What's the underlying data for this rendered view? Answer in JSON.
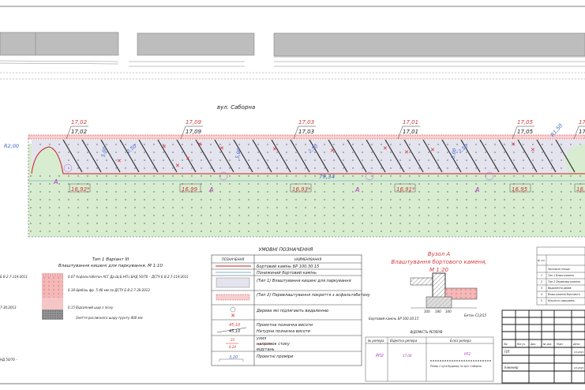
{
  "plan": {
    "street": "вул. Саборна",
    "top_elevations": [
      {
        "design": "17,02",
        "natural": "17,02"
      },
      {
        "design": "17,09",
        "natural": "17,09"
      },
      {
        "design": "17,03",
        "natural": "17,03"
      },
      {
        "design": "17,01",
        "natural": "17,01"
      },
      {
        "design": "17,05",
        "natural": "17,05"
      },
      {
        "design": "17,",
        "natural": "17,"
      }
    ],
    "bottom_elevations": [
      "16,92*",
      "16,99",
      "16,93*",
      "16,91*",
      "16,95",
      "16,"
    ],
    "node_marks": [
      "A",
      "A",
      "A",
      "A"
    ],
    "length": "79,34",
    "radius_left": "R2,00",
    "radius_right": "R1,50",
    "dims": [
      "5,00",
      "2,50",
      "2,50",
      "5,00",
      "2,50",
      "5,00"
    ]
  },
  "type_section": {
    "title": "Тип 1 Варіант III",
    "subtitle": "Влаштування кишені для паркування, М 1:10",
    "layers": [
      "0.07 Асфальтобетон АСГ Др.Щ.Б.НП.І.БНД 50/70 – ДСТУ Б В.2.7-119:2011",
      "0.18 Щебінь фр. 5-40 мм по ДСТУ Б В.2.7-30:2013",
      "0.15 Відсипний шар з піску",
      "Зняття рослинного шару ґрунту 400 мм"
    ],
    "left_notes": [
      "Б В.2.7-119:2011",
      "7-30:2013",
      "НД 50/70 –"
    ]
  },
  "legend": {
    "title": "УМОВНІ ПОЗНАЧЕННЯ",
    "col_symbol": "ПОЗНАЧЕННЯ",
    "col_name": "НАЙМЕНУВАННЯ",
    "rows": [
      "Бортовий камінь БР 100.30.15",
      "Понижений бортовий камінь",
      "(Тип 1) Влаштування кишені для паркування",
      "(Тип 2) Перевлаштування покриття з асфальтобетону",
      "Дерева які підлягають видаленню",
      "Проектна позначка висоти",
      "Натурна позначка висоти",
      "ухил",
      "напрямок стоку",
      "відстань",
      "Проектні проміри"
    ],
    "sym_design": "45,10",
    "sym_natural": "45,10",
    "sym_slope": "35",
    "sym_dist": "8,24",
    "sym_dim": "3,20"
  },
  "node": {
    "title": "Вузол А",
    "subtitle": "Влаштування бортового каменя,",
    "scale": "М 1:20",
    "label_curb": "Бортовий камінь БР 100.30.15",
    "label_concrete": "Бетон С12/15",
    "dims": [
      "100",
      "180",
      "100"
    ]
  },
  "benchmarks": {
    "title": "ВІДОМІСТЬ РЕПЕРІВ",
    "cols": [
      "№ репера",
      "Відмітка репера",
      "Ескіз репера"
    ],
    "id": "РП2",
    "elevation": "17,00",
    "sketch_label": "РП2",
    "note": "Репер 1 кута будинку по вул. Соборна"
  },
  "summary": {
    "col_no": "№ п/п",
    "rows": [
      {
        "no": "",
        "text": "Загальна площа"
      },
      {
        "no": "1",
        "text": "Тип 1 Влаштування"
      },
      {
        "no": "2",
        "text": "Тип 2 Перевлаштування"
      },
      {
        "no": "3",
        "text": "Видалення дерев"
      },
      {
        "no": "4",
        "text": "Влаштування бортового"
      },
      {
        "no": "5",
        "text": "Кількість паркувань"
      }
    ]
  },
  "title_block": {
    "cols": [
      "Зм.",
      "Кіл.уч.",
      "Арк.",
      "№ док.",
      "Підп.",
      "Дата"
    ],
    "rows": [
      {
        "role": "ГІП",
        "date": "10.2021"
      },
      {
        "role": "Інженер",
        "date": "10.2021"
      }
    ]
  }
}
